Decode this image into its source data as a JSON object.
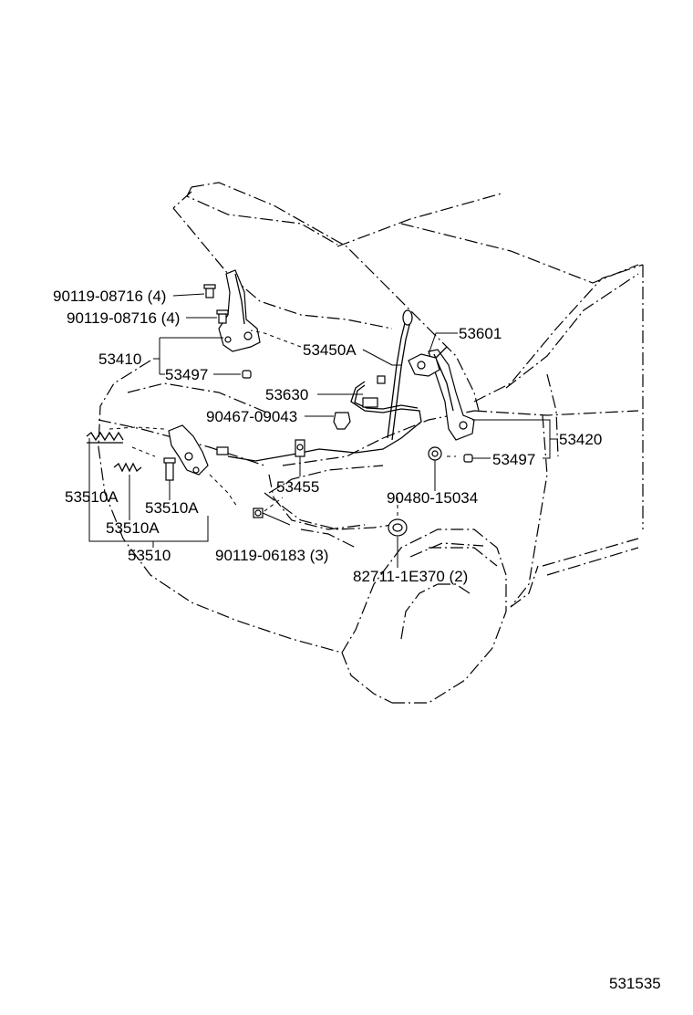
{
  "figure_id": "531535",
  "parts": {
    "bolt_upper": "90119-08716 (4)",
    "bolt_lower": "90119-08716 (4)",
    "hinge_left": "53410",
    "cushion_left": "53497",
    "hood_stay": "53450A",
    "lock_assy": "53601",
    "release_cable": "53630",
    "clip": "90467-09043",
    "hinge_right": "53420",
    "cushion_right": "53497",
    "lever_assy": "53455",
    "grommet": "90480-15034",
    "spring_a": "53510A",
    "spring_b": "53510A",
    "spring_c": "53510A",
    "catch_assy": "53510",
    "bolt_catch": "90119-06183 (3)",
    "clamp": "82711-1E370 (2)"
  }
}
